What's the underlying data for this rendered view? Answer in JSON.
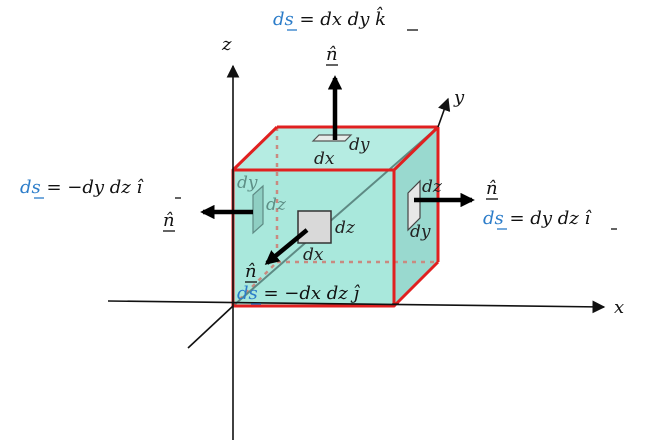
{
  "axes": {
    "x": "x",
    "y": "y",
    "z": "z"
  },
  "normal_symbol": "n̂",
  "top_face": {
    "ds": "ds",
    "eq": " =  dx dy ",
    "unit": "k̂",
    "dx": "dx",
    "dy": "dy"
  },
  "left_face": {
    "ds": "ds",
    "eq": " =  −dy dz ",
    "unit": "î",
    "dy": "dy",
    "dz": "dz"
  },
  "right_face": {
    "ds": "ds",
    "eq": " =  dy dz ",
    "unit": "î",
    "dy": "dy",
    "dz": "dz"
  },
  "front_face": {
    "ds": "ds",
    "eq": " =  −dx dz ",
    "unit": "ĵ",
    "dx": "dx",
    "dz": "dz"
  },
  "colors": {
    "face_fill": "#a9e8dc",
    "edge": "#e02020",
    "hidden_edge": "#c98a80",
    "ds_text": "#2b7cc9"
  }
}
